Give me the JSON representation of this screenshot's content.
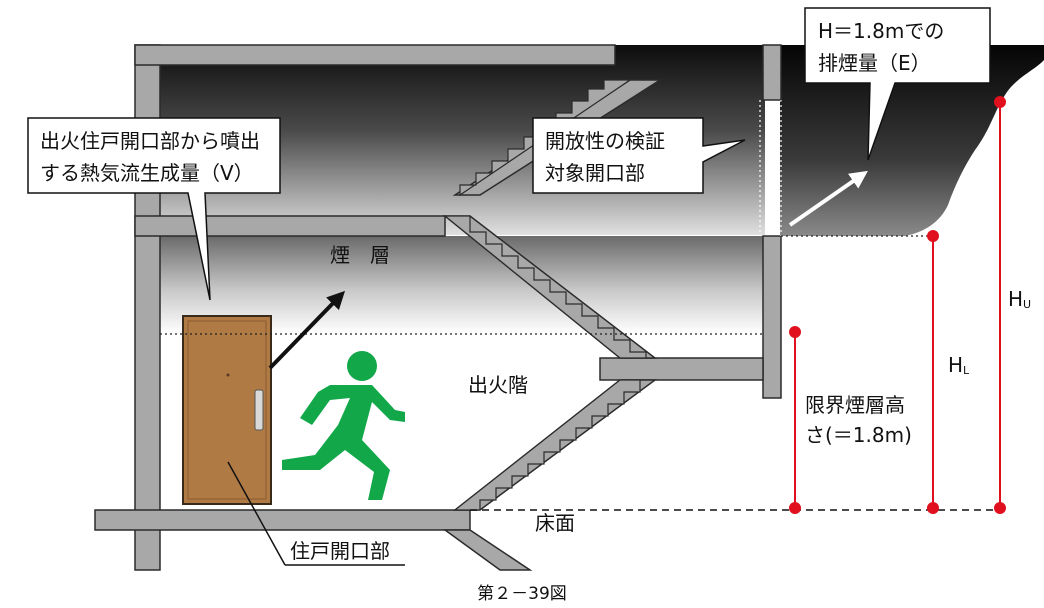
{
  "callouts": {
    "fire_unit_heat": [
      "出火住戸開口部から噴出",
      "する熱気流生成量（V）"
    ],
    "verify_opening": [
      "開放性の検証",
      "対象開口部"
    ],
    "exhaust": [
      "H＝1.8mでの",
      "排煙量（E）"
    ]
  },
  "labels": {
    "smoke_layer": "煙　層",
    "fire_floor": "出火階",
    "floor_surface": "床面",
    "unit_opening": "住戸開口部",
    "limit_height": [
      "限界煙層高",
      "さ(＝1.8m)"
    ],
    "h_lower": "H",
    "h_lower_sub": "L",
    "h_upper": "H",
    "h_upper_sub": "U"
  },
  "caption": "第２－39図",
  "colors": {
    "structure": "#a8a8a8",
    "structure_edge": "#2b2b2b",
    "smoke_dark": "#1a1a1a",
    "door": "#b07a45",
    "exit_sign_green": "#12a84a",
    "marker_red": "#e0101f",
    "arrow_white": "#ffffff",
    "arrow_black": "#111111"
  },
  "icons": {
    "running_person": "emergency-exit-running-person-icon",
    "door": "apartment-door-icon"
  }
}
